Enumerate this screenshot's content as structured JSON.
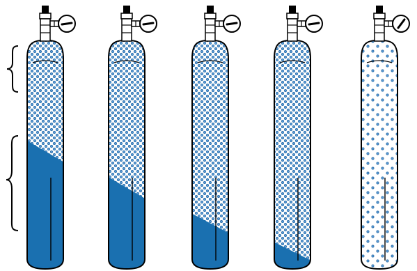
{
  "colors": {
    "liquid": "#1a70b0",
    "gas_dot_fill": "#5b9bd5",
    "gas_dot_stroke": "#1a5e9a",
    "outline": "#000000",
    "background": "#ffffff"
  },
  "icons": {
    "brace": "curly-brace",
    "valve": "valve-icon",
    "gauge": "pressure-gauge-icon"
  },
  "cylinders": [
    {
      "label": "cylinder-1",
      "liquid_level_left": 0.565,
      "liquid_level_right": 0.465,
      "gauge_needle": "left",
      "gas_density": "dense"
    },
    {
      "label": "cylinder-2",
      "liquid_level_left": 0.405,
      "liquid_level_right": 0.305,
      "gauge_needle": "left",
      "gas_density": "dense"
    },
    {
      "label": "cylinder-3",
      "liquid_level_left": 0.245,
      "liquid_level_right": 0.155,
      "gauge_needle": "left",
      "gas_density": "dense"
    },
    {
      "label": "cylinder-4",
      "liquid_level_left": 0.12,
      "liquid_level_right": 0.035,
      "gauge_needle": "left",
      "gas_density": "dense"
    },
    {
      "label": "cylinder-5",
      "liquid_level_left": 0.0,
      "liquid_level_right": 0.0,
      "gauge_needle": "down-left",
      "gas_density": "sparse"
    }
  ]
}
